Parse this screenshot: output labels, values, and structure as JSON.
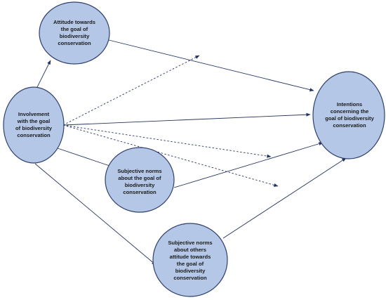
{
  "nodes": {
    "attitude": "Attitude towards\nthe goal of\nbiodiversity\nconservation",
    "involvement": "Involvement\nwith the goal\nof biodiversity\nconservation",
    "subjective_norms": "Subjective norms\nabout the goal of\nbiodiversity\nconservation",
    "subjective_norms_others": "Subjective norms\nabout others\nattitude towards\nthe goal of\nbiodiversity\nconservation",
    "intentions": "Intentions\nconcerning the\ngoal of biodiversity\nconservation"
  }
}
